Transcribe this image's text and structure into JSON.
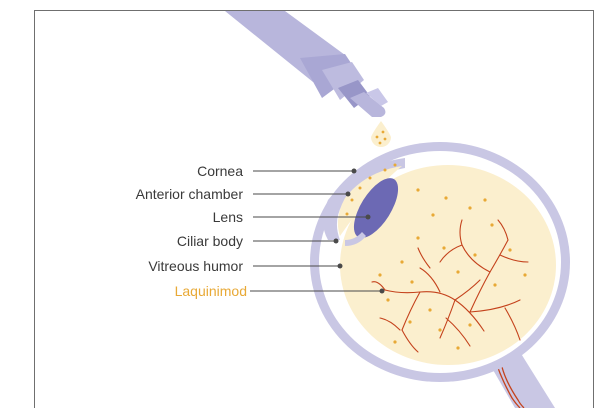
{
  "labels": [
    {
      "id": "cornea",
      "text": "Cornea"
    },
    {
      "id": "anterior_chamber",
      "text": "Anterior chamber"
    },
    {
      "id": "lens",
      "text": "Lens"
    },
    {
      "id": "ciliar_body",
      "text": "Ciliar body"
    },
    {
      "id": "vitreous_humor",
      "text": "Vitreous humor"
    },
    {
      "id": "laquinimod",
      "text": "Laquinimod"
    }
  ],
  "colors": {
    "label_text": "#3a3a3a",
    "accent_label": "#e8a936",
    "bottle": "#b8b6dc",
    "bottle_dark": "#9896c8",
    "eye_outline": "#c9c7e4",
    "eye_fill": "#ffffff",
    "vitreous_fill": "#fbefce",
    "lens": "#6c69b4",
    "drug_dots": "#e8a936",
    "vessels": "#c4421c",
    "leader_lines": "#4a4a4a"
  }
}
